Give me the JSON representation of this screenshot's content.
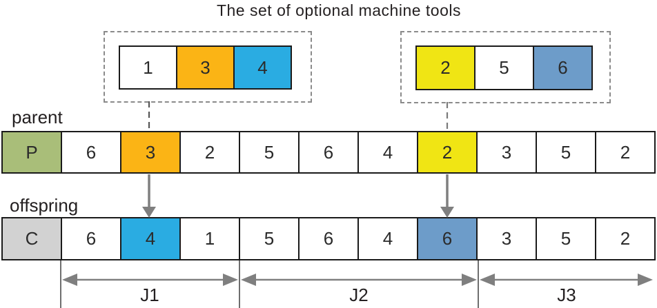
{
  "title": "The set of optional machine tools",
  "colors": {
    "orange": "#FBB415",
    "cyan": "#2AACE2",
    "yellow": "#F0E514",
    "steel_blue": "#6D9CC9",
    "parent_head_green": "#A9BE79",
    "offspring_head_gray": "#D2D2D2",
    "arrow_gray": "#7F7F7F",
    "cell_border": "#1A1A1A",
    "dashed_border": "#8A8A8A"
  },
  "tool_sets": {
    "left": {
      "cells": [
        {
          "value": "1"
        },
        {
          "value": "3",
          "color_hex": "#FBB415"
        },
        {
          "value": "4",
          "color_hex": "#2AACE2"
        }
      ]
    },
    "right": {
      "cells": [
        {
          "value": "2",
          "color_hex": "#F0E514"
        },
        {
          "value": "5"
        },
        {
          "value": "6",
          "color_hex": "#6D9CC9"
        }
      ]
    }
  },
  "parent": {
    "label": "parent",
    "head": {
      "value": "P",
      "color_hex": "#A9BE79"
    },
    "cells": [
      {
        "value": "6"
      },
      {
        "value": "3",
        "color_hex": "#FBB415"
      },
      {
        "value": "2"
      },
      {
        "value": "5"
      },
      {
        "value": "6"
      },
      {
        "value": "4"
      },
      {
        "value": "2",
        "color_hex": "#F0E514"
      },
      {
        "value": "3"
      },
      {
        "value": "5"
      },
      {
        "value": "2"
      }
    ]
  },
  "offspring": {
    "label": "offspring",
    "head": {
      "value": "C",
      "color_hex": "#D2D2D2"
    },
    "cells": [
      {
        "value": "6"
      },
      {
        "value": "4",
        "color_hex": "#2AACE2"
      },
      {
        "value": "1"
      },
      {
        "value": "5"
      },
      {
        "value": "6"
      },
      {
        "value": "4"
      },
      {
        "value": "6",
        "color_hex": "#6D9CC9"
      },
      {
        "value": "3"
      },
      {
        "value": "5"
      },
      {
        "value": "2"
      }
    ]
  },
  "jobs": [
    {
      "label": "J1"
    },
    {
      "label": "J2"
    },
    {
      "label": "J3"
    }
  ]
}
